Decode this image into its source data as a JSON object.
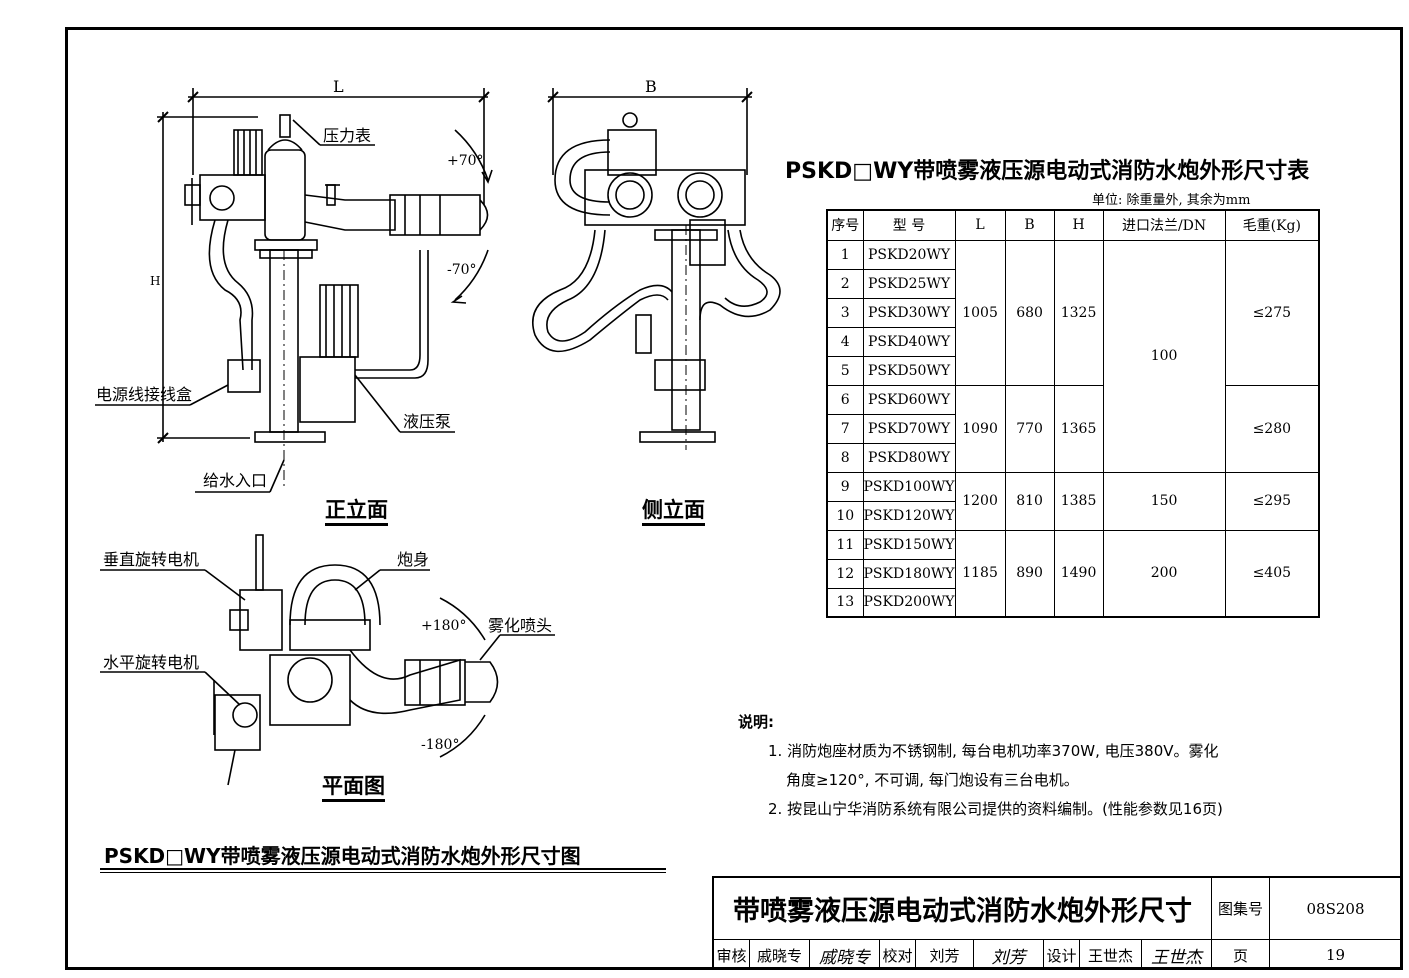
{
  "labels": {
    "dim_L": "L",
    "dim_B": "B",
    "dim_H": "H",
    "pressure_gauge": "压力表",
    "power_junction_box": "电源线接线盒",
    "hydraulic_pump": "液压泵",
    "water_inlet": "给水入口",
    "angle_up_70": "+70°",
    "angle_down_70": "-70°",
    "vertical_motor": "垂直旋转电机",
    "horizontal_motor": "水平旋转电机",
    "barrel": "炮身",
    "spray_nozzle": "雾化喷头",
    "angle_pos_180": "+180°",
    "angle_neg_180": "-180°"
  },
  "view_titles": {
    "front": "正立面",
    "side": "侧立面",
    "plan": "平面图"
  },
  "table": {
    "title": "PSKD□WY带喷雾液压源电动式消防水炮外形尺寸表",
    "unit_note": "单位: 除重量外, 其余为mm",
    "headers": [
      "序号",
      "型 号",
      "L",
      "B",
      "H",
      "进口法兰/DN",
      "毛重(Kg)"
    ],
    "rows": [
      {
        "no": "1",
        "model": "PSKD20WY"
      },
      {
        "no": "2",
        "model": "PSKD25WY"
      },
      {
        "no": "3",
        "model": "PSKD30WY"
      },
      {
        "no": "4",
        "model": "PSKD40WY"
      },
      {
        "no": "5",
        "model": "PSKD50WY"
      },
      {
        "no": "6",
        "model": "PSKD60WY"
      },
      {
        "no": "7",
        "model": "PSKD70WY"
      },
      {
        "no": "8",
        "model": "PSKD80WY"
      },
      {
        "no": "9",
        "model": "PSKD100WY"
      },
      {
        "no": "10",
        "model": "PSKD120WY"
      },
      {
        "no": "11",
        "model": "PSKD150WY"
      },
      {
        "no": "12",
        "model": "PSKD180WY"
      },
      {
        "no": "13",
        "model": "PSKD200WY"
      }
    ],
    "groups": {
      "g1": {
        "L": "1005",
        "B": "680",
        "H": "1325",
        "weight": "≤275"
      },
      "g2": {
        "L": "1090",
        "B": "770",
        "H": "1365",
        "weight": "≤280"
      },
      "g3": {
        "L": "1200",
        "B": "810",
        "H": "1385",
        "weight": "≤295"
      },
      "g4": {
        "L": "1185",
        "B": "890",
        "H": "1490",
        "weight": "≤405"
      },
      "dn1": "100",
      "dn2": "150",
      "dn3": "200"
    }
  },
  "notes": {
    "title": "说明:",
    "line1a": "1. 消防炮座材质为不锈钢制, 每台电机功率370W, 电压380V。雾化",
    "line1b": "角度≥120°, 不可调, 每门炮设有三台电机。",
    "line2": "2. 按昆山宁华消防系统有限公司提供的资料编制。(性能参数见16页)"
  },
  "main_caption": "PSKD□WY带喷雾液压源电动式消防水炮外形尺寸图",
  "title_block": {
    "title": "带喷雾液压源电动式消防水炮外形尺寸",
    "atlas_label": "图集号",
    "atlas_no": "08S208",
    "review_label": "审核",
    "reviewer": "戚晓专",
    "reviewer_sig": "戚晓专",
    "check_label": "校对",
    "checker": "刘芳",
    "checker_sig": "刘芳",
    "design_label": "设计",
    "designer": "王世杰",
    "designer_sig": "王世杰",
    "page_label": "页",
    "page_no": "19"
  }
}
